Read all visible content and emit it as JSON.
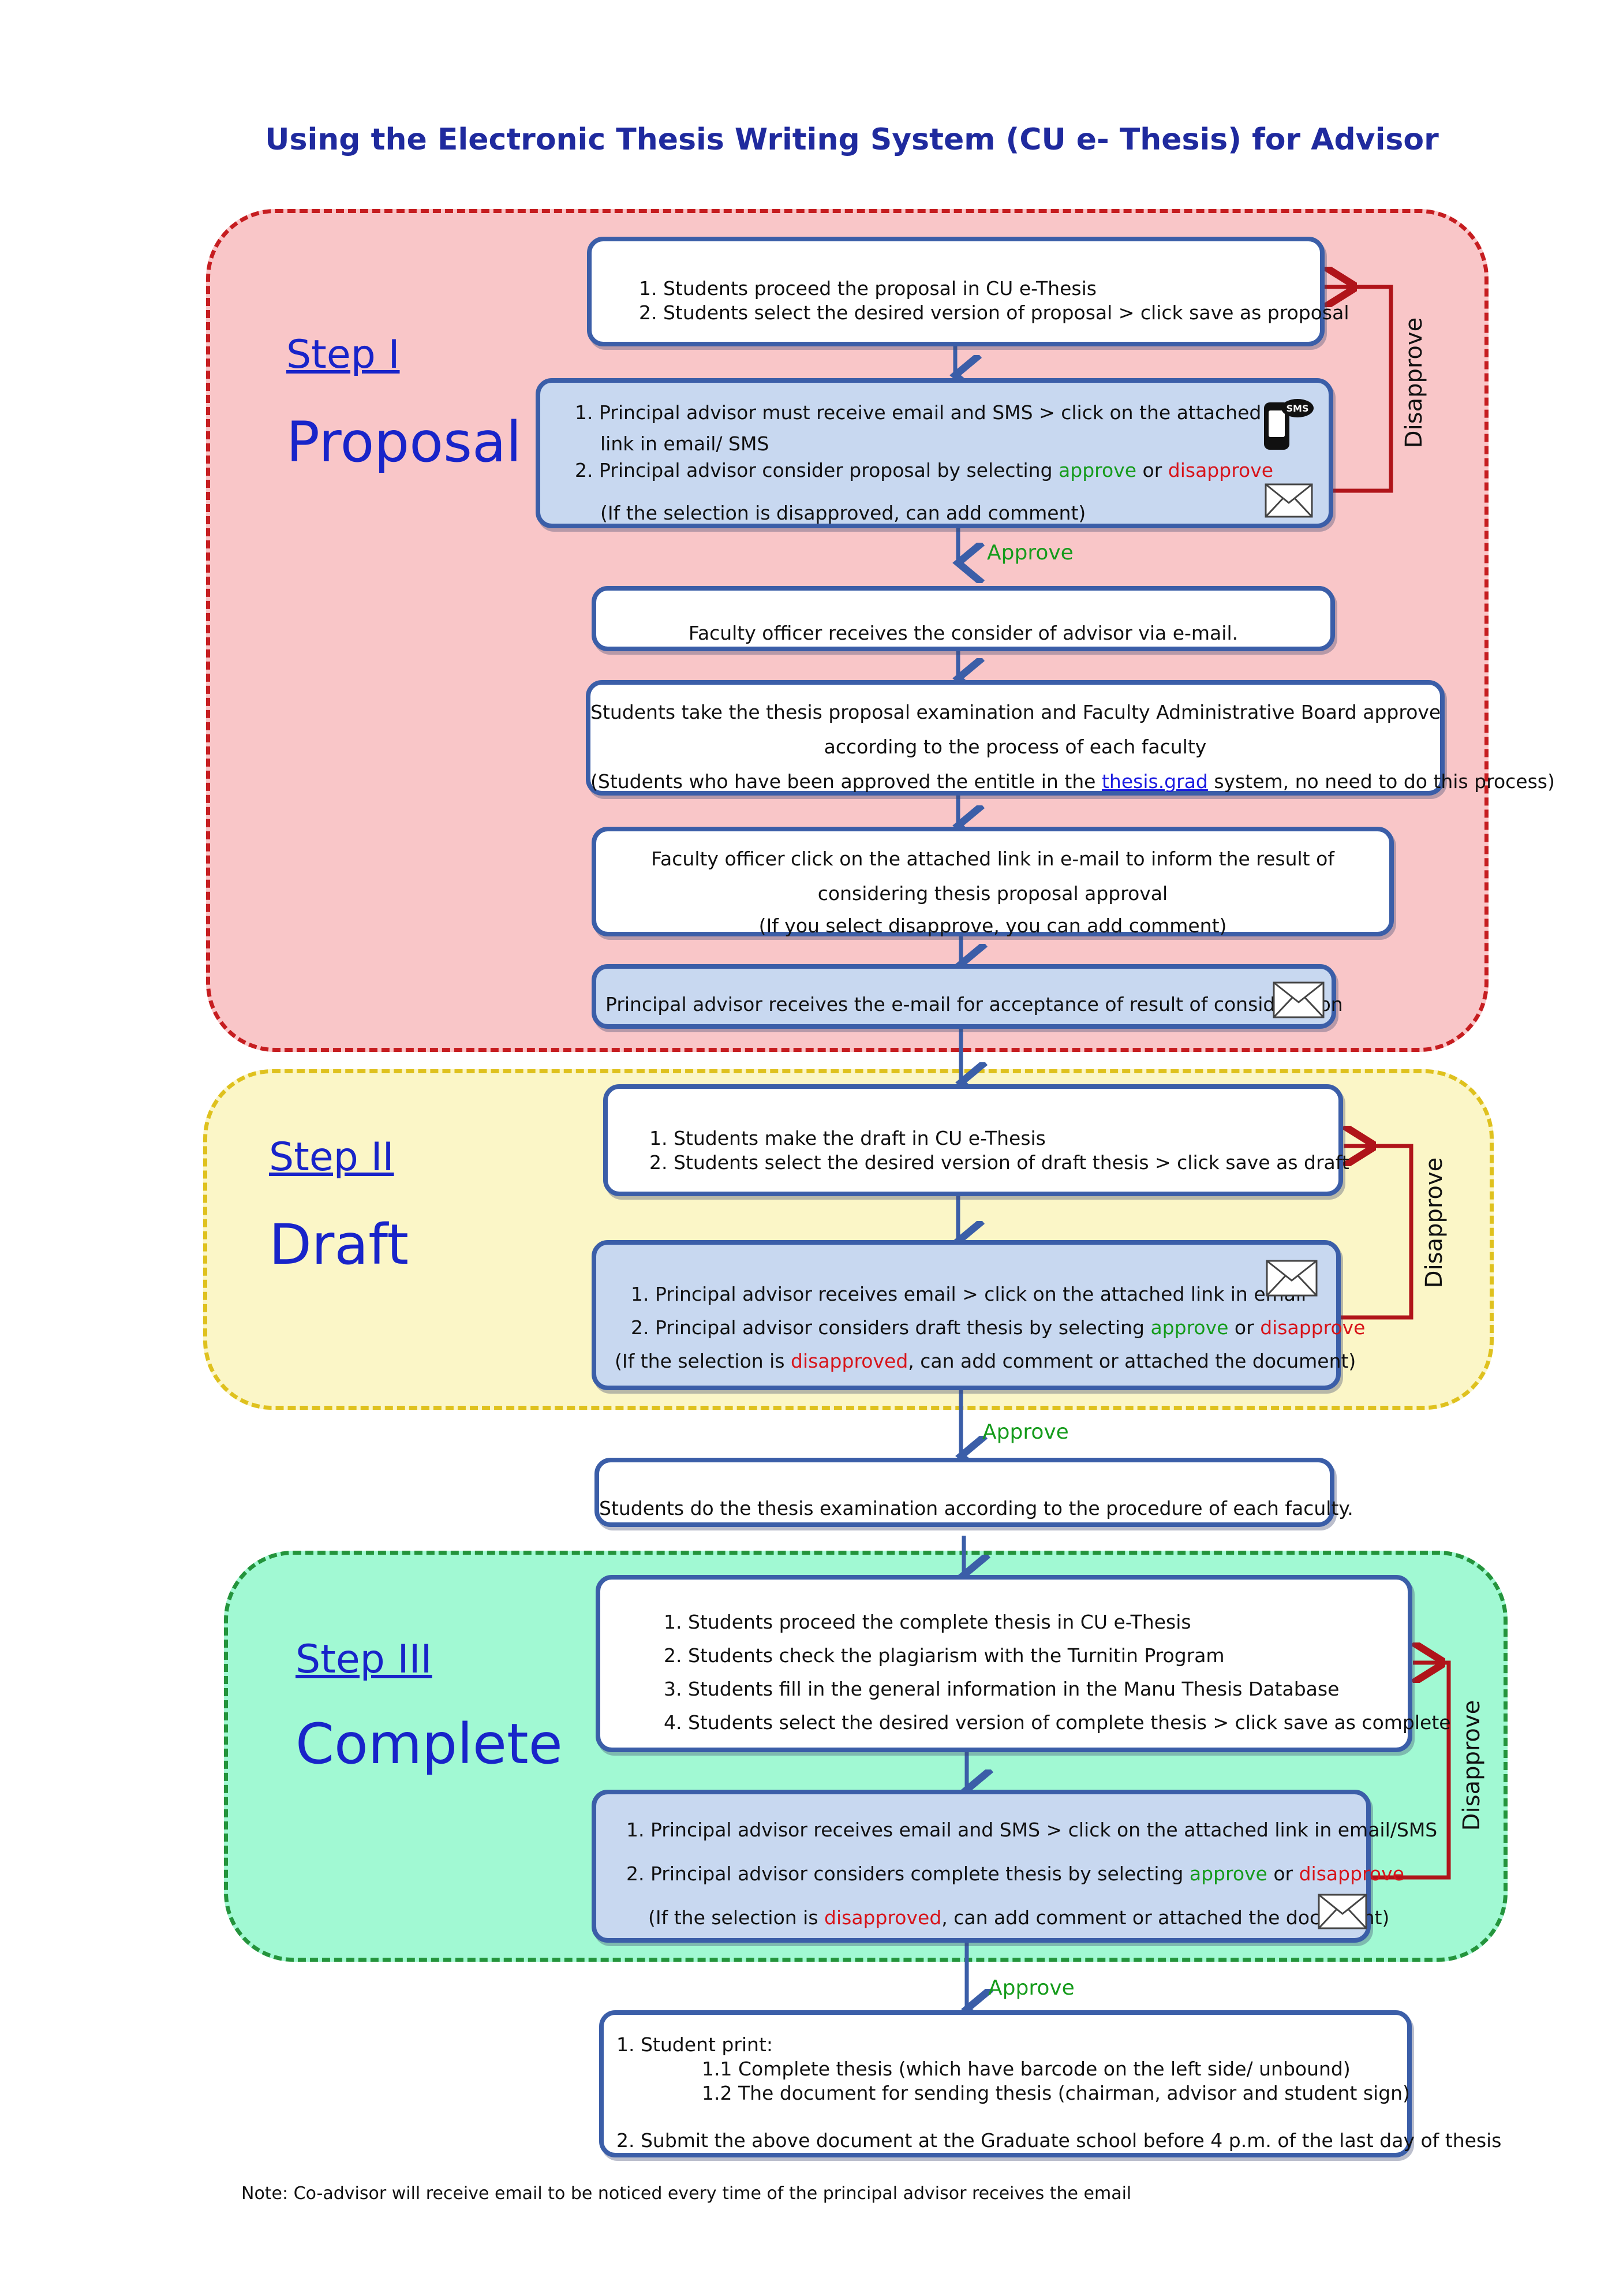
{
  "title": "Using the Electronic Thesis Writing System (CU e- Thesis) for Advisor",
  "steps": [
    {
      "label": "Step I",
      "name": "Proposal"
    },
    {
      "label": "Step II",
      "name": "Draft"
    },
    {
      "label": "Step III",
      "name": "Complete"
    }
  ],
  "proposal": {
    "box1": [
      "1.  Students proceed the proposal in CU e-Thesis",
      "2.  Students select the desired version of proposal > click save as proposal"
    ],
    "box2": {
      "l1": "1.  Principal advisor must receive email and SMS > click on the attached",
      "l2": "link in email/ SMS",
      "l3_pre": "2.  Principal advisor consider proposal by selecting ",
      "approve": "approve",
      "or": " or ",
      "disapprove": "disapprove",
      "l4": "(If the selection is disapproved, can add comment)"
    },
    "box3": "Faculty officer receives the consider of advisor via e-mail.",
    "box4": {
      "l1": "Students take the thesis proposal examination and Faculty Administrative Board approve",
      "l2": "according to the process of each faculty",
      "l3_pre": "(Students who have been approved the entitle in the ",
      "link": "thesis.grad",
      "l3_post": " system, no need to do this process)"
    },
    "box5": [
      "Faculty officer click on the attached link in e-mail to inform the result of",
      "considering thesis proposal approval",
      "(If you select disapprove, you can add comment)"
    ],
    "box6": "Principal advisor receives the e-mail for acceptance of result of consideration"
  },
  "draft": {
    "box1": [
      "1.  Students make the draft in CU e-Thesis",
      "2.  Students select the desired version of draft thesis > click save as draft"
    ],
    "box2": {
      "l1": "1.  Principal advisor receives email > click on the attached link in email",
      "l2_pre": "2.  Principal advisor considers draft thesis by selecting ",
      "approve": "approve",
      "or": " or ",
      "disapprove": "disapprove",
      "l3_pre": "(If the selection is ",
      "disapproved": "disapproved",
      "l3_post": ", can add comment or attached the document)"
    }
  },
  "exam": "Students do the thesis examination according to the procedure of each faculty.",
  "complete": {
    "box1": [
      "1.  Students proceed the complete thesis in CU e-Thesis",
      "2.  Students check the plagiarism with the Turnitin Program",
      "3.  Students fill in the general information in the Manu Thesis Database",
      "4.  Students select the desired version of complete thesis > click save as complete"
    ],
    "box2": {
      "l1": "1.  Principal advisor receives email and SMS > click on the attached link in email/SMS",
      "l2_pre": "2.  Principal advisor considers complete thesis by selecting ",
      "approve": "approve",
      "or": " or ",
      "disapprove": "disapprove",
      "l3_pre": "(If the selection is ",
      "disapproved": "disapproved",
      "l3_post": ", can add comment or attached the document)"
    }
  },
  "final": [
    "1. Student print:",
    "1.1 Complete thesis (which have barcode on the left side/ unbound)",
    "1.2 The document for sending thesis (chairman, advisor and student sign)",
    "2. Submit the above document at the Graduate school before 4 p.m. of the last day of thesis"
  ],
  "approve_label": "Approve",
  "disapprove_label": "Disapprove",
  "sms_badge": "SMS",
  "note": "Note: Co-advisor will receive email to be noticed every time of the principal advisor receives the email",
  "colors": {
    "title": "#1f2a9e",
    "step": "#1824c9",
    "approve": "#159b1b",
    "disapprove": "#d7141a",
    "box_border": "#3b5ea8",
    "loop_arrow": "#b0141a"
  }
}
